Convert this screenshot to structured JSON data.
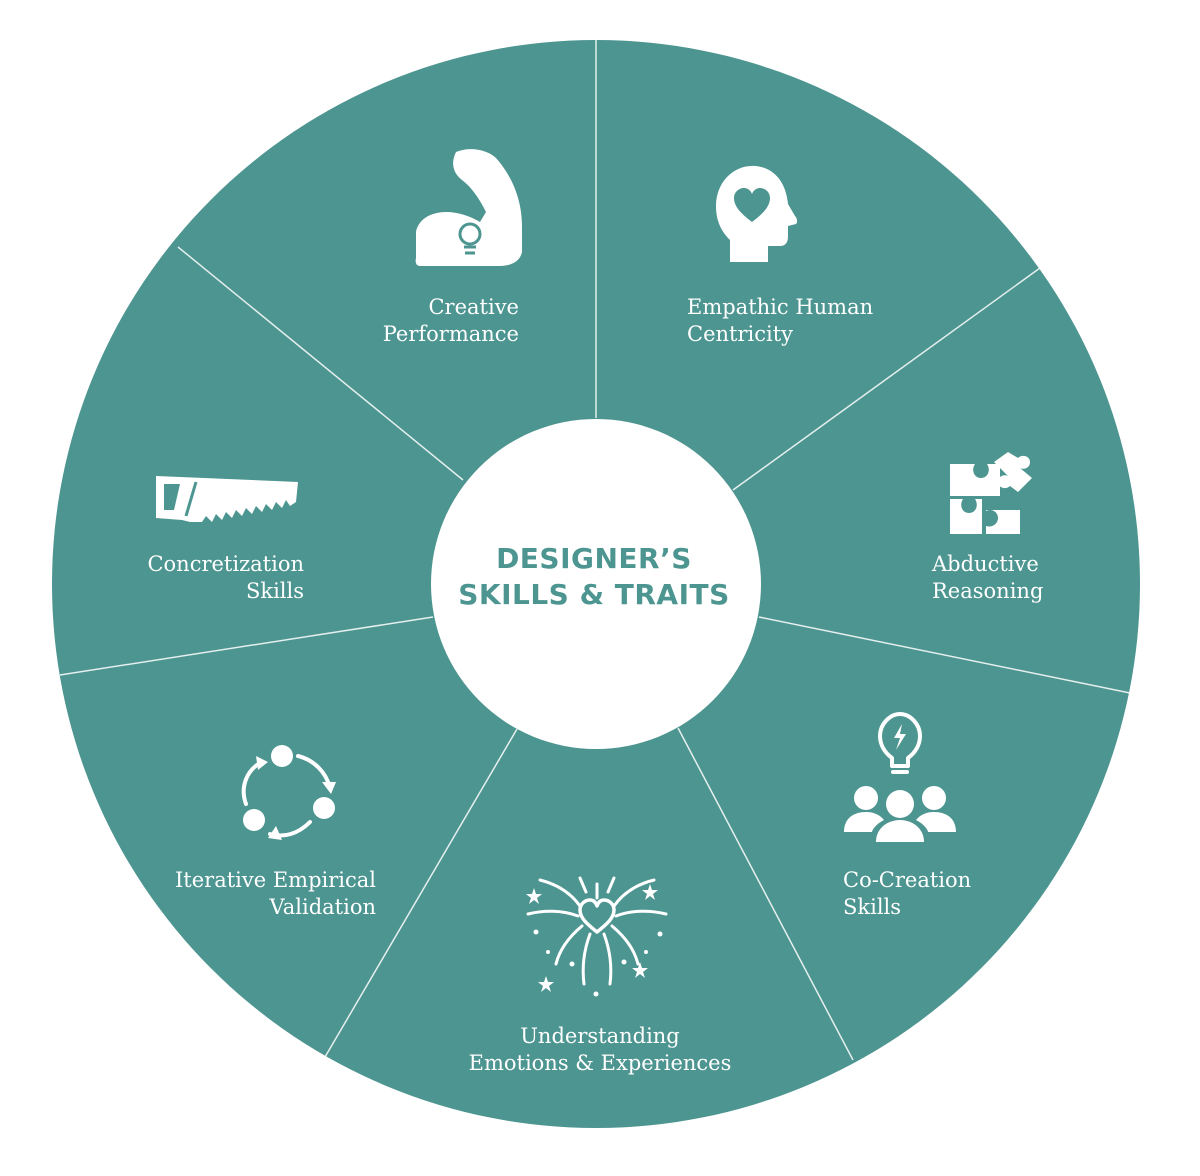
{
  "colors": {
    "wheel": "#4d9590",
    "divider": "#ffffff",
    "center": "#ffffff",
    "center_text": "#4d9590",
    "label_text": "#ffffff"
  },
  "center": {
    "title_line1": "DESIGNER’S",
    "title_line2": "SKILLS & TRAITS"
  },
  "segments": [
    {
      "line1": "Creative",
      "line2": "Performance",
      "icon": "flexed-arm-lightbulb-icon"
    },
    {
      "line1": "Empathic Human",
      "line2": "Centricity",
      "icon": "head-heart-icon"
    },
    {
      "line1": "Abductive",
      "line2": "Reasoning",
      "icon": "puzzle-icon"
    },
    {
      "line1": "Co-Creation",
      "line2": "Skills",
      "icon": "team-idea-icon"
    },
    {
      "line1": "Understanding",
      "line2": "Emotions & Experiences",
      "icon": "fireworks-heart-icon"
    },
    {
      "line1": "Iterative Empirical",
      "line2": "Validation",
      "icon": "cycle-arrows-icon"
    },
    {
      "line1": "Concretization",
      "line2": "Skills",
      "icon": "saw-icon"
    }
  ]
}
